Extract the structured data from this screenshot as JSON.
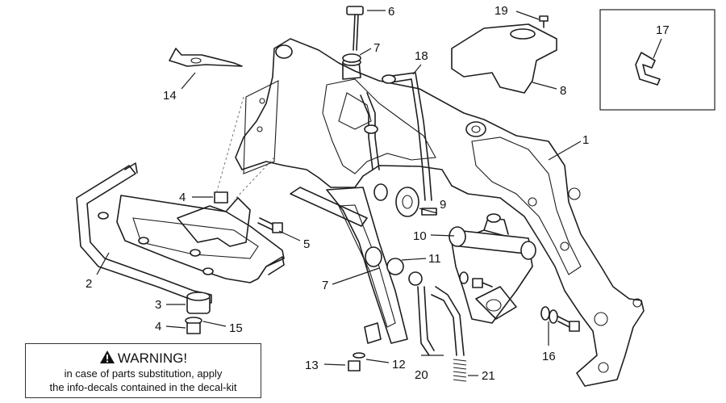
{
  "warning": {
    "title": "WARNING!",
    "line1": "in case of parts substitution, apply",
    "line2": "the info-decals contained in the decal-kit"
  },
  "callouts": {
    "c1": "1",
    "c2": "2",
    "c3": "3",
    "c4a": "4",
    "c4b": "4",
    "c5": "5",
    "c6": "6",
    "c7a": "7",
    "c7b": "7",
    "c8": "8",
    "c9": "9",
    "c10": "10",
    "c11": "11",
    "c12": "12",
    "c13": "13",
    "c14": "14",
    "c15": "15",
    "c16": "16",
    "c17": "17",
    "c18": "18",
    "c19": "19",
    "c20": "20",
    "c21": "21"
  },
  "colors": {
    "line": "#1e1e1e",
    "background": "#ffffff"
  },
  "icons": {
    "warning": "warning-triangle-icon"
  }
}
